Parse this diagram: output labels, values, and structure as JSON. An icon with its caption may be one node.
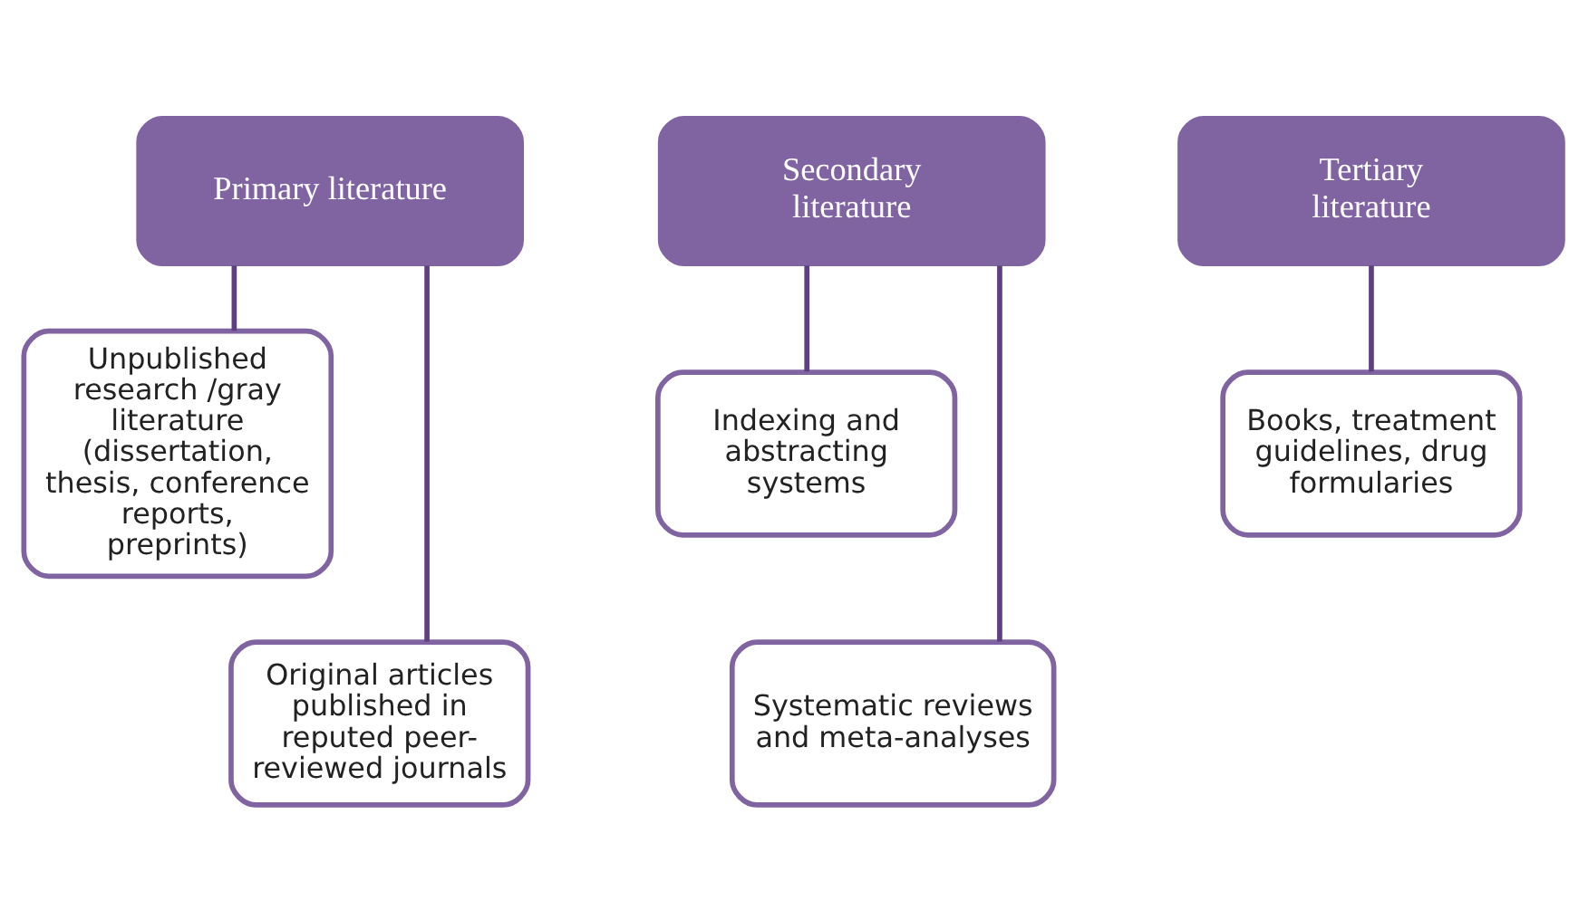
{
  "diagram": {
    "nodes": [
      {
        "text": [
          "Primary literature"
        ]
      },
      {
        "text": [
          "Secondary literature"
        ]
      },
      {
        "text": [
          "Tertiary literature"
        ]
      },
      {
        "text": [
          "Unpublished research /gray literature (dissertation, thesis, conference reports, preprints)"
        ]
      },
      {
        "text": [
          "Original articles published in reputed peer-reviewed journals"
        ]
      },
      {
        "text": [
          "Indexing and abstracting systems"
        ]
      },
      {
        "text": [
          "Systematic reviews and meta-analyses"
        ]
      },
      {
        "text": [
          "Books, treatment guidelines, drug formularies"
        ]
      }
    ],
    "edges": [
      {
        "from": 0,
        "to": 3,
        "arrow": "none"
      },
      {
        "from": 0,
        "to": 4,
        "arrow": "none"
      },
      {
        "from": 1,
        "to": 5,
        "arrow": "none"
      },
      {
        "from": 1,
        "to": 6,
        "arrow": "none"
      },
      {
        "from": 2,
        "to": 7,
        "arrow": "none"
      }
    ]
  }
}
